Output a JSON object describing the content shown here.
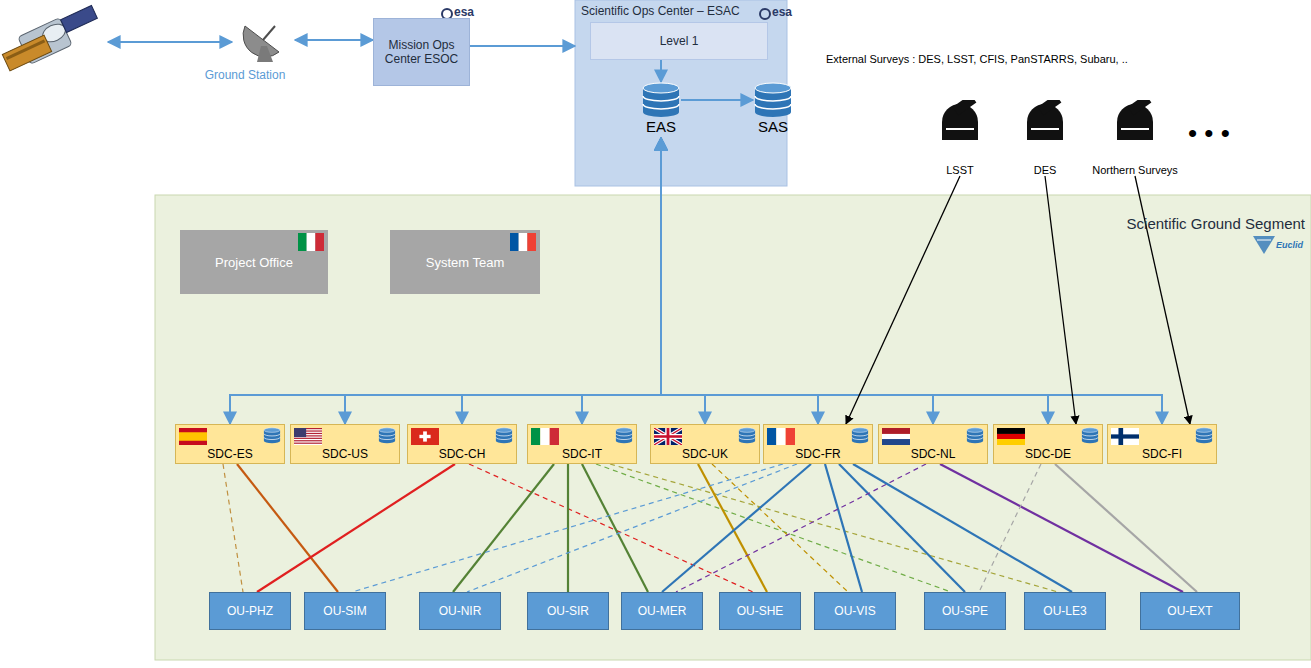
{
  "diagram": {
    "nodes": [
      {
        "text": [
          "Ground Station"
        ]
      },
      {
        "text": [
          "Mission Ops Center ESOC"
        ]
      },
      {
        "text": [
          "Scientific Ops Center – ESAC"
        ]
      },
      {
        "text": [
          "Level 1"
        ],
        "in": 2
      },
      {
        "text": [
          "EAS"
        ],
        "in": 2
      },
      {
        "text": [
          "SAS"
        ],
        "in": 2
      },
      {
        "text": [
          "LSST"
        ]
      },
      {
        "text": [
          "DES"
        ]
      },
      {
        "text": [
          "Northern Surveys"
        ]
      },
      {
        "text": [
          "Scientific Ground Segment"
        ]
      },
      {
        "text": [
          "Project Office"
        ],
        "in": 9
      },
      {
        "text": [
          "System Team"
        ],
        "in": 9
      },
      {
        "text": [
          "SDC-ES"
        ],
        "in": 9
      },
      {
        "text": [
          "SDC-US"
        ],
        "in": 9
      },
      {
        "text": [
          "SDC-CH"
        ],
        "in": 9
      },
      {
        "text": [
          "SDC-IT"
        ],
        "in": 9
      },
      {
        "text": [
          "SDC-UK"
        ],
        "in": 9
      },
      {
        "text": [
          "SDC-FR"
        ],
        "in": 9
      },
      {
        "text": [
          "SDC-NL"
        ],
        "in": 9
      },
      {
        "text": [
          "SDC-DE"
        ],
        "in": 9
      },
      {
        "text": [
          "SDC-FI"
        ],
        "in": 9
      },
      {
        "text": [
          "OU-PHZ"
        ],
        "in": 9
      },
      {
        "text": [
          "OU-SIM"
        ],
        "in": 9
      },
      {
        "text": [
          "OU-NIR"
        ],
        "in": 9
      },
      {
        "text": [
          "OU-SIR"
        ],
        "in": 9
      },
      {
        "text": [
          "OU-MER"
        ],
        "in": 9
      },
      {
        "text": [
          "OU-SHE"
        ],
        "in": 9
      },
      {
        "text": [
          "OU-VIS"
        ],
        "in": 9
      },
      {
        "text": [
          "OU-SPE"
        ],
        "in": 9
      },
      {
        "text": [
          "OU-LE3"
        ],
        "in": 9
      },
      {
        "text": [
          "OU-EXT"
        ],
        "in": 9
      }
    ],
    "edges": [
      {
        "from": 0,
        "to": 1,
        "arrow": "both"
      },
      {
        "from": 1,
        "to": 2,
        "arrow": "to"
      },
      {
        "from": 3,
        "to": 4,
        "arrow": "to"
      },
      {
        "from": 4,
        "to": 5,
        "arrow": "to"
      },
      {
        "from": 4,
        "to": 12,
        "arrow": "both"
      },
      {
        "from": 4,
        "to": 13,
        "arrow": "both"
      },
      {
        "from": 4,
        "to": 14,
        "arrow": "both"
      },
      {
        "from": 4,
        "to": 15,
        "arrow": "both"
      },
      {
        "from": 4,
        "to": 16,
        "arrow": "both"
      },
      {
        "from": 4,
        "to": 17,
        "arrow": "both"
      },
      {
        "from": 4,
        "to": 18,
        "arrow": "both"
      },
      {
        "from": 4,
        "to": 19,
        "arrow": "both"
      },
      {
        "from": 4,
        "to": 20,
        "arrow": "both"
      },
      {
        "from": 6,
        "to": 17,
        "arrow": "to"
      },
      {
        "from": 7,
        "to": 19,
        "arrow": "to"
      },
      {
        "from": 8,
        "to": 20,
        "arrow": "to"
      },
      {
        "from": 12,
        "to": 22,
        "arrow": "none"
      },
      {
        "from": 12,
        "to": 21,
        "arrow": "none"
      },
      {
        "from": 14,
        "to": 21,
        "arrow": "none"
      },
      {
        "from": 14,
        "to": 26,
        "arrow": "none"
      },
      {
        "from": 15,
        "to": 23,
        "arrow": "none"
      },
      {
        "from": 15,
        "to": 24,
        "arrow": "none"
      },
      {
        "from": 15,
        "to": 25,
        "arrow": "none"
      },
      {
        "from": 15,
        "to": 28,
        "arrow": "none"
      },
      {
        "from": 15,
        "to": 29,
        "arrow": "none"
      },
      {
        "from": 16,
        "to": 26,
        "arrow": "none"
      },
      {
        "from": 16,
        "to": 27,
        "arrow": "none"
      },
      {
        "from": 17,
        "to": 25,
        "arrow": "none"
      },
      {
        "from": 17,
        "to": 27,
        "arrow": "none"
      },
      {
        "from": 17,
        "to": 28,
        "arrow": "none"
      },
      {
        "from": 17,
        "to": 29,
        "arrow": "none"
      },
      {
        "from": 17,
        "to": 22,
        "arrow": "none"
      },
      {
        "from": 17,
        "to": 23,
        "arrow": "none"
      },
      {
        "from": 18,
        "to": 30,
        "arrow": "none"
      },
      {
        "from": 18,
        "to": 25,
        "arrow": "none"
      },
      {
        "from": 19,
        "to": 30,
        "arrow": "none"
      },
      {
        "from": 19,
        "to": 28,
        "arrow": "none"
      }
    ],
    "labels": [
      "External Surveys : DES, LSST, CFIS, PanSTARRS, Subaru, ..",
      "• • •",
      "esa",
      "esa",
      "Euclid"
    ]
  }
}
